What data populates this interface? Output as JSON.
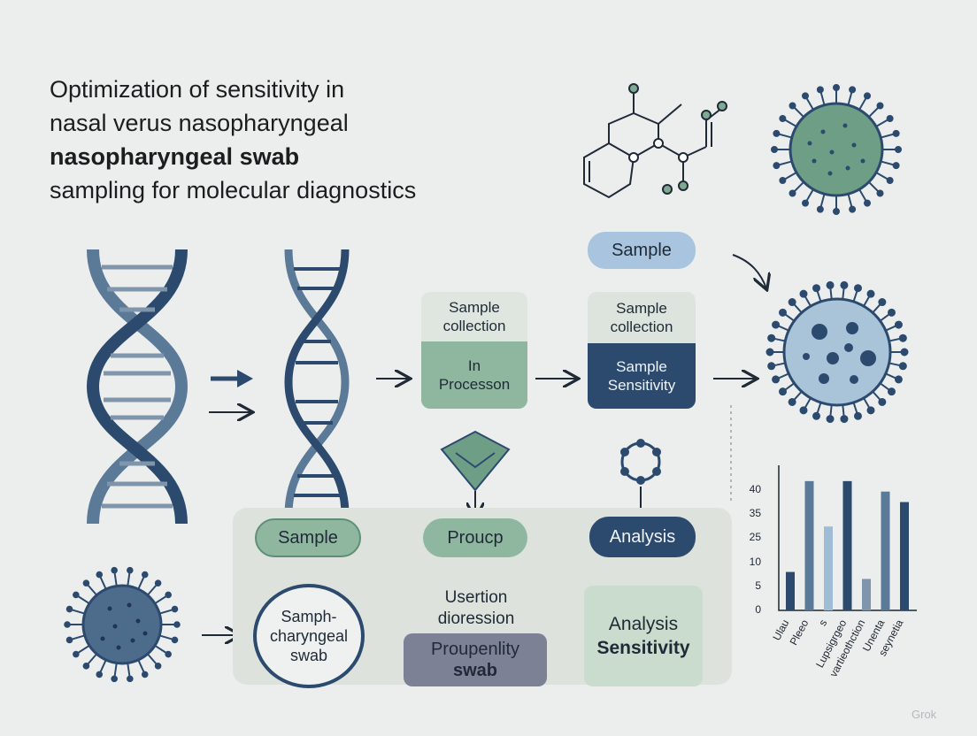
{
  "title": {
    "line1": "Optimization of sensitivity in",
    "line2": "nasal verus nasopharyngeal",
    "line3_bold": "nasopharyngeal swab",
    "line4": "sampling for molecular diagnostics"
  },
  "top_row": {
    "sample_pill": "Sample",
    "card1": {
      "top": "Sample collection",
      "bottom": "In Processon"
    },
    "card2": {
      "top": "Sample collection",
      "bottom": "Sample Sensitivity"
    }
  },
  "panel": {
    "row1": [
      "Sample",
      "Proucp",
      "Analysis"
    ],
    "circle_text": "Samph-charyngeal swab",
    "middle_text": "Usertion dioression",
    "middle_box": {
      "line1": "Proupenlity",
      "line2": "swab"
    },
    "right_box": {
      "line1": "Analysis",
      "line2": "Sensitivity"
    }
  },
  "colors": {
    "navy": "#2c4a6e",
    "steel": "#5b7a98",
    "light_blue": "#9fbcd6",
    "sage": "#7faa92",
    "pale_green": "#c9dccd",
    "grey_purple": "#7d8196"
  },
  "chart_data": {
    "type": "bar",
    "yticks": [
      40,
      35,
      25,
      10,
      5,
      0
    ],
    "values": [
      11,
      37,
      24,
      37,
      9,
      34,
      31
    ],
    "bar_colors": [
      "#2c4a6e",
      "#5b7a98",
      "#9fbcd6",
      "#2c4a6e",
      "#7f95ab",
      "#5b7a98",
      "#2c4a6e"
    ],
    "xlabels": [
      "Ulau",
      "Pleeo",
      "s",
      "Lupsigrgeo",
      "vartieothction",
      "Unenta",
      "seynetia"
    ],
    "ylim": [
      0,
      40
    ]
  },
  "watermark": "Grok"
}
